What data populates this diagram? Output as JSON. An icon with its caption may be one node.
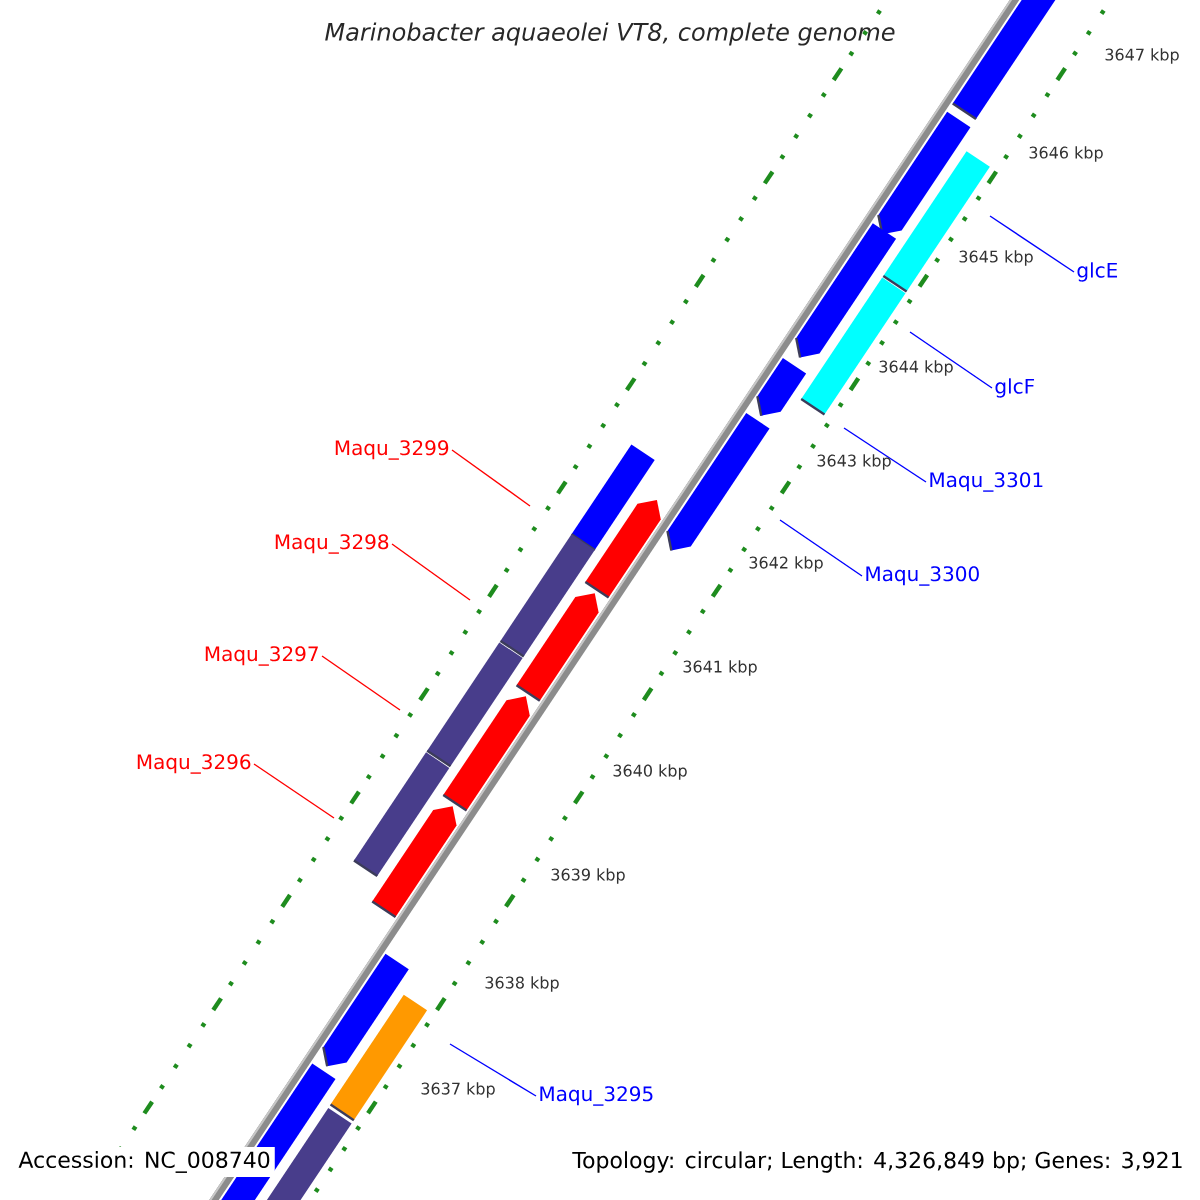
{
  "diagram": {
    "title": "Marinobacter aquaeolei VT8, complete genome",
    "nodes": [
      {
        "text": [
          "Maqu_3299"
        ]
      },
      {
        "text": [
          "Maqu_3298"
        ]
      },
      {
        "text": [
          "Maqu_3297"
        ]
      },
      {
        "text": [
          "Maqu_3296"
        ]
      },
      {
        "text": [
          "glcE"
        ]
      },
      {
        "text": [
          "glcF"
        ]
      },
      {
        "text": [
          "Maqu_3301"
        ]
      },
      {
        "text": [
          "Maqu_3300"
        ]
      },
      {
        "text": [
          "Maqu_3295"
        ]
      }
    ],
    "edges": [
      {
        "from": 0,
        "to": null,
        "arrow": "none",
        "color": "#ff0000"
      },
      {
        "from": 1,
        "to": null,
        "arrow": "none",
        "color": "#ff0000"
      },
      {
        "from": 2,
        "to": null,
        "arrow": "none",
        "color": "#ff0000"
      },
      {
        "from": 3,
        "to": null,
        "arrow": "none",
        "color": "#ff0000"
      },
      {
        "from": 4,
        "to": null,
        "arrow": "none"
      },
      {
        "from": 5,
        "to": null,
        "arrow": "none"
      },
      {
        "from": 6,
        "to": null,
        "arrow": "none"
      },
      {
        "from": 7,
        "to": null,
        "arrow": "none"
      },
      {
        "from": 8,
        "to": null,
        "arrow": "none"
      }
    ],
    "labels": [
      "3647 kbp",
      "3646 kbp",
      "3645 kbp",
      "3644 kbp",
      "3643 kbp",
      "3642 kbp",
      "3641 kbp",
      "3640 kbp",
      "3639 kbp",
      "3638 kbp",
      "3637 kbp",
      "Accession: NC_008740",
      "Topology: circular; Length: 4,326,849 bp; Genes: 3,921"
    ]
  }
}
